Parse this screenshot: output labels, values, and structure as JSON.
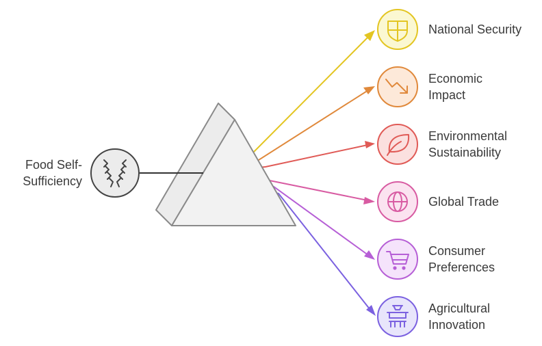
{
  "source": {
    "lines": [
      "Food Self-",
      "Sufficiency"
    ],
    "icon": "wheat-icon"
  },
  "outputs": [
    {
      "lines": [
        "National Security"
      ],
      "icon": "shield-icon",
      "color": "#e3c521",
      "fill": "#fbf8d2"
    },
    {
      "lines": [
        "Economic",
        "Impact"
      ],
      "icon": "trend-down-icon",
      "color": "#e0893b",
      "fill": "#fde9d9"
    },
    {
      "lines": [
        "Environmental",
        "Sustainability"
      ],
      "icon": "leaf-icon",
      "color": "#e05a56",
      "fill": "#fbe0df"
    },
    {
      "lines": [
        "Global Trade"
      ],
      "icon": "globe-icon",
      "color": "#d85ba2",
      "fill": "#fbe3f0"
    },
    {
      "lines": [
        "Consumer",
        "Preferences"
      ],
      "icon": "cart-icon",
      "color": "#b65fd6",
      "fill": "#f5e3fb"
    },
    {
      "lines": [
        "Agricultural",
        "Innovation"
      ],
      "icon": "tractor-icon",
      "color": "#7b61e0",
      "fill": "#e8e5fb"
    }
  ]
}
